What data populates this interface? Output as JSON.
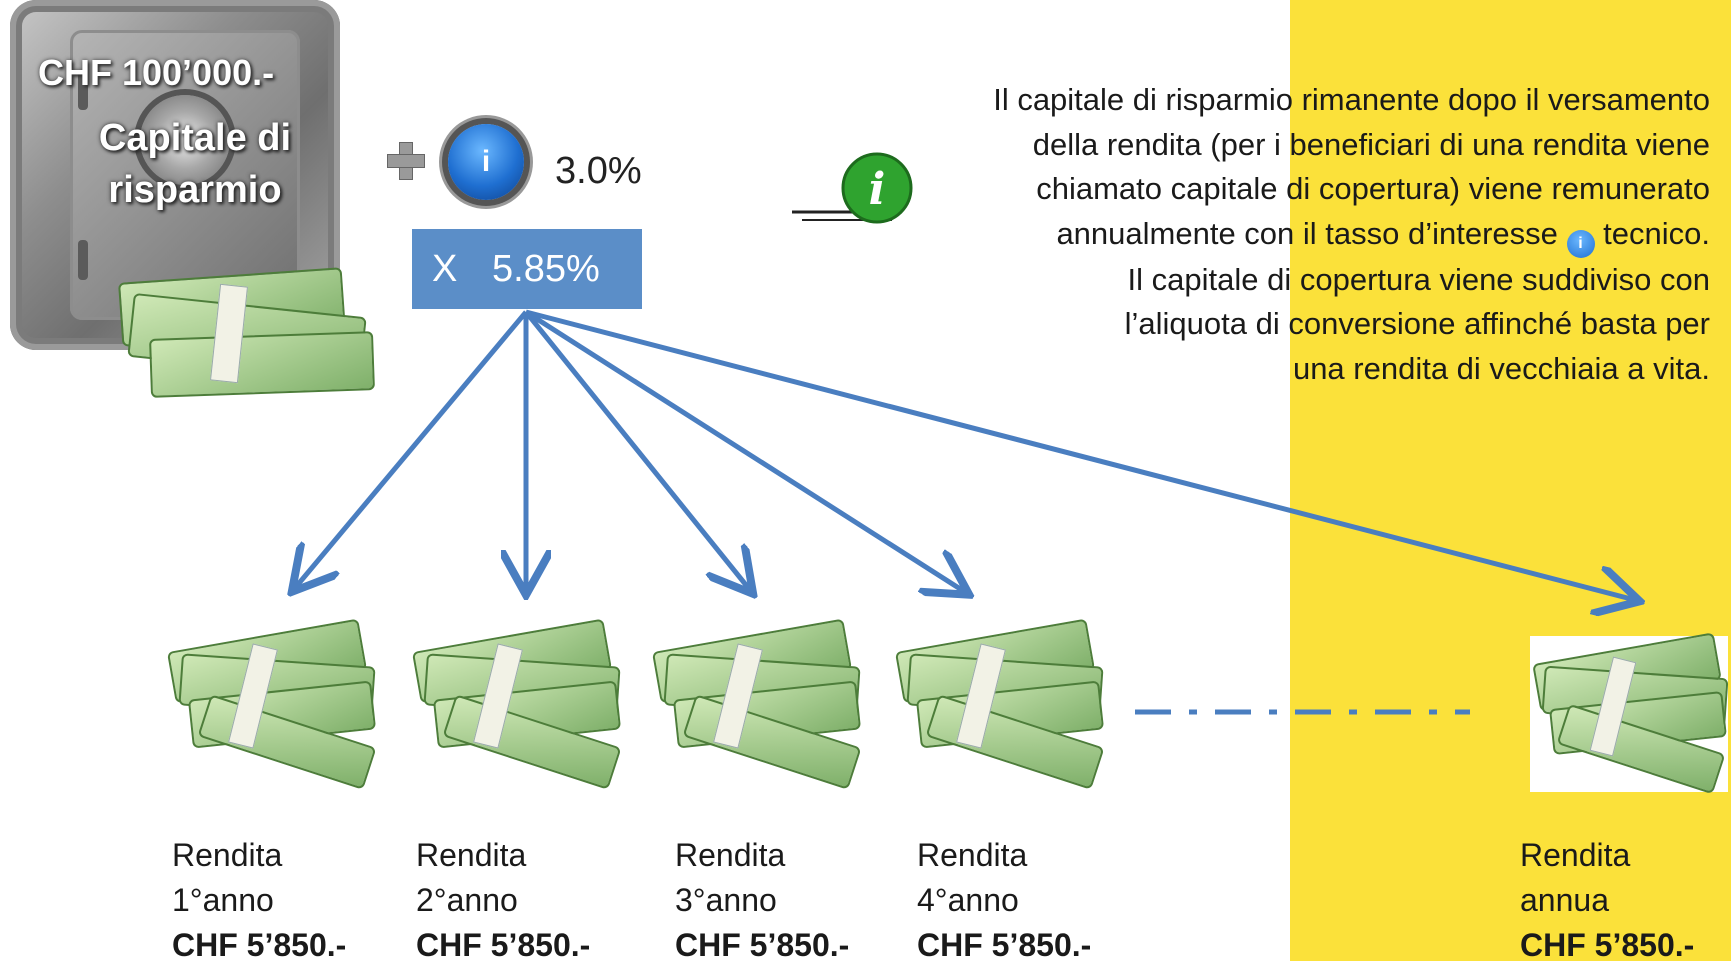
{
  "capital": {
    "amount": "CHF 100’000.-",
    "label": "Capitale di risparmio"
  },
  "interest": {
    "icon_letter": "i",
    "rate": "3.0%"
  },
  "conversion": {
    "operator": "X",
    "rate": "5.85%"
  },
  "explanation": {
    "lines": [
      "Il capitale di risparmio rimanente dopo il versamento",
      "della rendita (per i beneficiari di una rendita viene",
      "chiamato capitale di copertura) viene remunerato",
      "annualmente con il tasso d’interesse",
      "tecnico.",
      "Il capitale di copertura viene suddiviso con",
      "l’aliquota di conversione affinché basta per",
      "una rendita di vecchiaia a vita."
    ]
  },
  "annuities": [
    {
      "line1": "Rendita",
      "line2": "1°anno",
      "amount": "CHF 5’850.-"
    },
    {
      "line1": "Rendita",
      "line2": "2°anno",
      "amount": "CHF 5’850.-"
    },
    {
      "line1": "Rendita",
      "line2": "3°anno",
      "amount": "CHF 5’850.-"
    },
    {
      "line1": "Rendita",
      "line2": "4°anno",
      "amount": "CHF 5’850.-"
    },
    {
      "line1": "Rendita",
      "line2": "annua",
      "amount": "CHF 5’850.-"
    }
  ],
  "colors": {
    "accent_blue": "#4a7ec0",
    "highlight_yellow": "#fbe13a",
    "box_blue": "#5b8ec8"
  }
}
